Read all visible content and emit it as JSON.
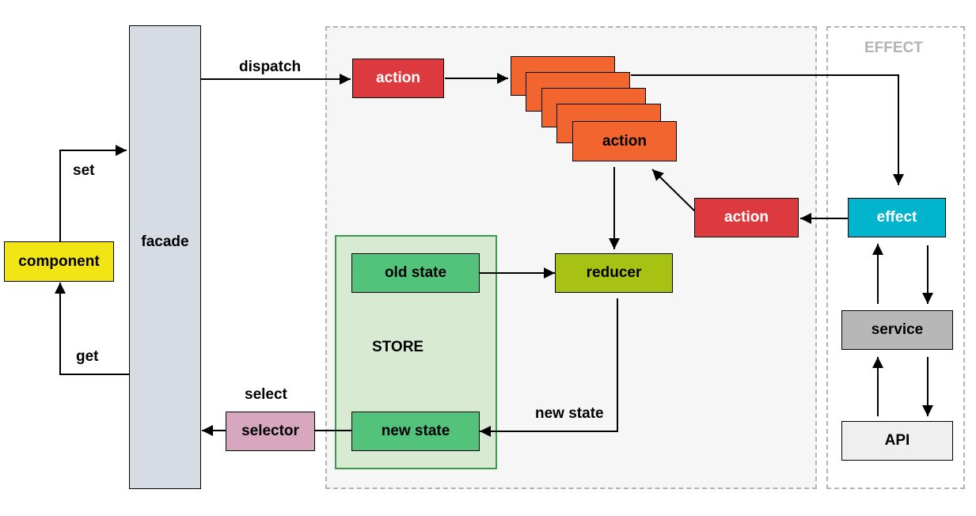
{
  "regions": {
    "effect_label": "EFFECT",
    "store_label": "STORE"
  },
  "nodes": {
    "component": "component",
    "facade": "facade",
    "action_dispatched": "action",
    "action_stack_top": "action",
    "action_from_effect": "action",
    "effect": "effect",
    "service": "service",
    "api": "API",
    "reducer": "reducer",
    "old_state": "old state",
    "new_state": "new state",
    "selector": "selector"
  },
  "edge_labels": {
    "set": "set",
    "get": "get",
    "dispatch": "dispatch",
    "select": "select",
    "new_state": "new state"
  },
  "colors": {
    "component": "#f2e516",
    "facade": "#d6dbe4",
    "action": "#dd3a3f",
    "action_stack": "#f3652f",
    "effect": "#00b4cd",
    "service": "#b7b7b7",
    "api": "#efefef",
    "reducer": "#a8c213",
    "state": "#53c27a",
    "selector": "#d6a7bf",
    "store_fill": "#d8ead2",
    "store_border": "#3d9a4d",
    "region_border": "#b3b3b3"
  }
}
